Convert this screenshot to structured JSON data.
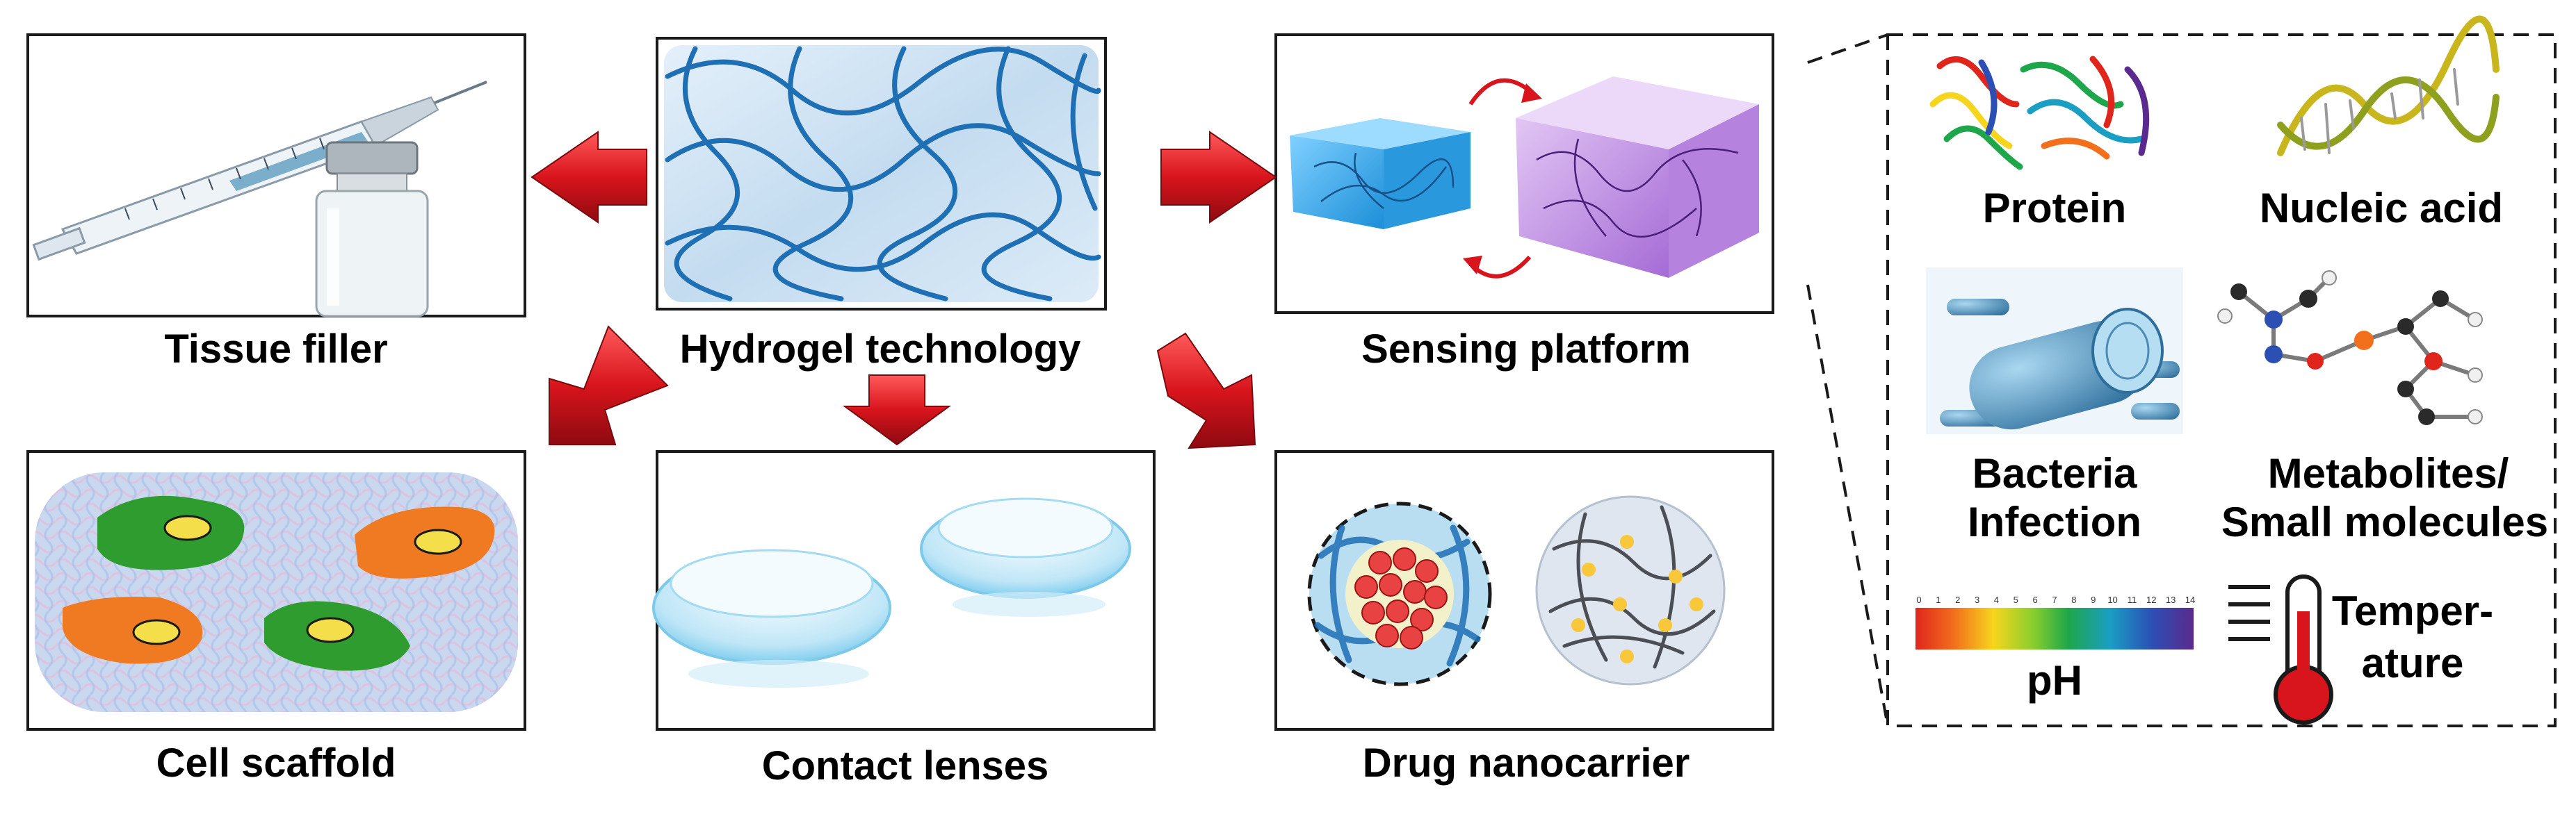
{
  "figure": {
    "center": "Hydrogel technology",
    "applications": {
      "tissue_filler": "Tissue filler",
      "sensing_platform": "Sensing platform",
      "cell_scaffold": "Cell scaffold",
      "contact_lenses": "Contact lenses",
      "drug_nanocarrier": "Drug nanocarrier"
    },
    "analytes": {
      "protein": "Protein",
      "nucleic_acid": "Nucleic acid",
      "bacteria_line1": "Bacteria",
      "bacteria_line2": "Infection",
      "metabolites_line1": "Metabolites/",
      "metabolites_line2": "Small molecules",
      "ph": "pH",
      "temperature_line1": "Temper-",
      "temperature_line2": "ature"
    },
    "ph_scale": [
      "0",
      "1",
      "2",
      "3",
      "4",
      "5",
      "6",
      "7",
      "8",
      "9",
      "10",
      "11",
      "12",
      "13",
      "14"
    ]
  },
  "colors": {
    "arrow": "#d8141c",
    "gel_strand": "#1f6fb5",
    "gel_bg": "#cfe3f3",
    "purple_gel": "#b07ad8",
    "blue_gel": "#3fa7e6",
    "cell_green": "#2f9c2f",
    "cell_orange": "#f07a22",
    "nucleus": "#f4df4a",
    "thermometer": "#d8141c"
  }
}
